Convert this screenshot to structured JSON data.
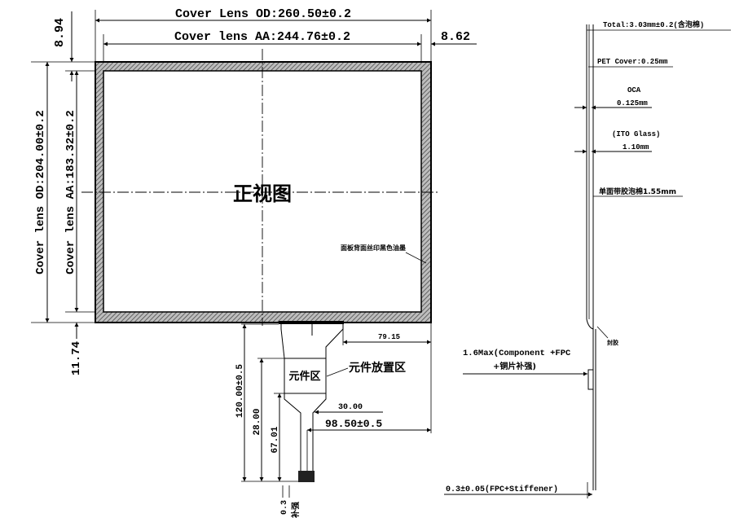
{
  "front_view": {
    "title": "正视图",
    "od_width": "Cover Lens OD:260.50±0.2",
    "aa_width": "Cover lens AA:244.76±0.2",
    "top_border": "8.94",
    "right_border": "8.62",
    "od_height": "Cover lens OD:204.00±0.2",
    "aa_height": "Cover lens AA:183.32±0.2",
    "bottom_border": "11.74",
    "ink_note": "面板背面丝印黑色油墨"
  },
  "fpc": {
    "component_area": "元件区",
    "component_placement": "元件放置区",
    "offset": "79.15",
    "width": "30.00",
    "position": "98.50±0.5",
    "total_length": "120.00±0.5",
    "length_a": "28.00",
    "length_b": "67.01",
    "stiffener": "0.3",
    "stiffener_note": "补强"
  },
  "side_view": {
    "total": "Total:3.03mm±0.2(含泡棉)",
    "pet": "PET Cover:0.25mm",
    "oca_label": "OCA",
    "oca_value": "0.125mm",
    "ito_label": "(ITO Glass)",
    "ito_value": "1.10mm",
    "foam": "单面带胶泡棉1.55mm",
    "seal": "封胶",
    "component_max_line1": "1.6Max(Component +FPC",
    "component_max_line2": "+铜片补强)",
    "fpc_thickness": "0.3±0.05(FPC+Stiffener)"
  }
}
